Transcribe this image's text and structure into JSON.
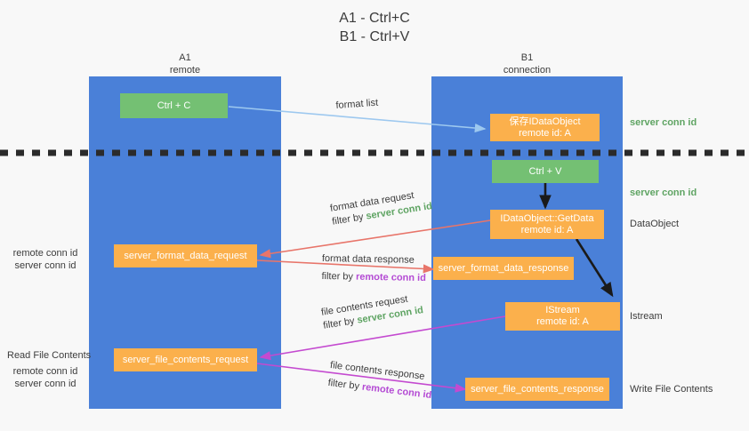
{
  "title": {
    "line1": "A1 - Ctrl+C",
    "line2": "B1 - Ctrl+V"
  },
  "lanes": {
    "left": {
      "name": "A1",
      "sub": "remote"
    },
    "right": {
      "name": "B1",
      "sub": "connection"
    }
  },
  "boxes": {
    "ctrl_c": {
      "label": "Ctrl + C"
    },
    "save_dataobject": {
      "line1": "保存IDataObject",
      "line2": "remote id: A"
    },
    "ctrl_v": {
      "label": "Ctrl + V"
    },
    "getdata": {
      "line1": "IDataObject::GetData",
      "line2": "remote id: A"
    },
    "istream": {
      "line1": "IStream",
      "line2": "remote id: A"
    },
    "server_format_data_request": {
      "label": "server_format_data_request"
    },
    "server_format_data_response": {
      "label": "server_format_data_response"
    },
    "server_file_contents_request": {
      "label": "server_file_contents_request"
    },
    "server_file_contents_response": {
      "label": "server_file_contents_response"
    }
  },
  "right_labels": {
    "server_conn_id_1": "server conn id",
    "server_conn_id_2": "server conn id",
    "dataobject": "DataObject",
    "istream": "Istream",
    "write_file_contents": "Write File Contents"
  },
  "left_labels": {
    "conn_pair_1": {
      "remote": "remote conn id",
      "server": "server conn id"
    },
    "read_file_contents": "Read File Contents",
    "conn_pair_2": {
      "remote": "remote conn id",
      "server": "server conn id"
    }
  },
  "flows": {
    "format_list": {
      "text": "format list"
    },
    "format_data_request": {
      "line1": "format data request",
      "filter_prefix": "filter by ",
      "filter_target": "server conn id"
    },
    "format_data_response": {
      "line1": "format data response",
      "filter_prefix": "filter by ",
      "filter_target": "remote conn id"
    },
    "file_contents_request": {
      "line1": "file contents request",
      "filter_prefix": "filter by ",
      "filter_target": "server conn id"
    },
    "file_contents_response": {
      "line1": "file contents response",
      "filter_prefix": "filter by ",
      "filter_target": "remote conn id"
    }
  },
  "colors": {
    "lane": "#4a80d8",
    "green_box": "#74c073",
    "orange_box": "#fbb04c",
    "arrow_lightblue": "#9dc8ef",
    "arrow_salmon": "#e8756a",
    "arrow_magenta": "#c44ad0",
    "arrow_black": "#1a1a1a",
    "text_green": "#5fa463",
    "text_purple": "#b44bd4",
    "background": "#f8f8f8"
  }
}
